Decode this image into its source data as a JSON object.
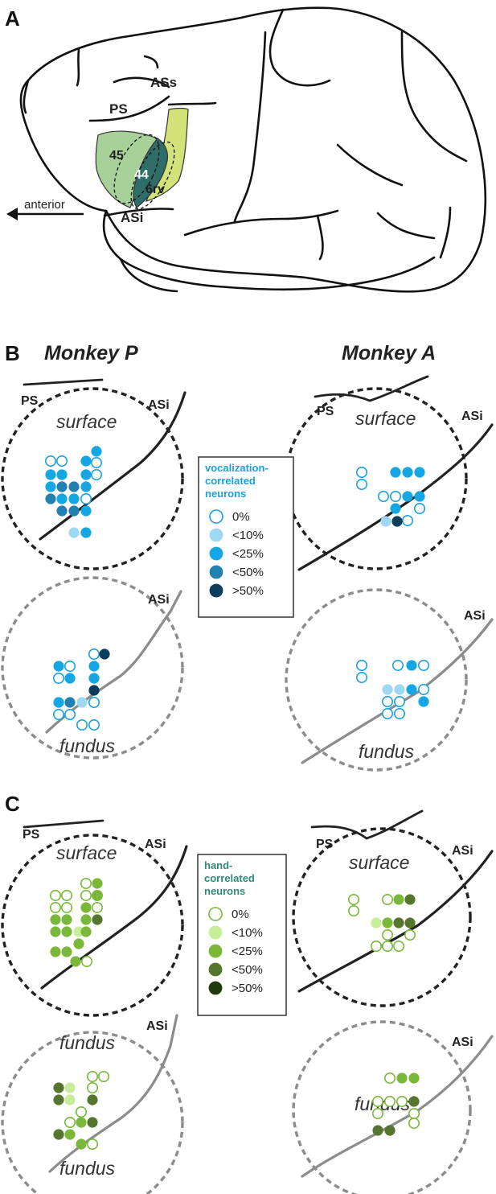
{
  "panel_labels": {
    "a": "A",
    "b": "B",
    "c": "C"
  },
  "brain": {
    "labels": {
      "ass": "ASs",
      "ps": "PS",
      "area45": "45",
      "area44": "44",
      "area6rv": "6rv",
      "asi": "ASi",
      "anterior": "anterior"
    },
    "colors": {
      "area45": "#a8d19a",
      "area44": "#2f6e68",
      "area6rv": "#d4e27a"
    }
  },
  "monkeys": {
    "p": "Monkey P",
    "a": "Monkey A"
  },
  "map_labels": {
    "surface": "surface",
    "fundus": "fundus",
    "ps": "PS",
    "asi": "ASi"
  },
  "legends": {
    "vocalization": {
      "title_lines": [
        "vocalization-",
        "correlated",
        "neurons"
      ],
      "title_color": "#1ba1dc",
      "items": [
        {
          "label": "0%",
          "fill": "none",
          "stroke": "#1ba1dc"
        },
        {
          "label": "<10%",
          "fill": "#9fd8f2",
          "stroke": "#9fd8f2"
        },
        {
          "label": "<25%",
          "fill": "#15a6e4",
          "stroke": "#15a6e4"
        },
        {
          "label": "<50%",
          "fill": "#2281b0",
          "stroke": "#2281b0"
        },
        {
          "label": ">50%",
          "fill": "#0c3d5c",
          "stroke": "#0c3d5c"
        }
      ]
    },
    "hand": {
      "title_lines": [
        "hand-",
        "correlated",
        "neurons"
      ],
      "title_color": "#2e8b7a",
      "items": [
        {
          "label": "0%",
          "fill": "none",
          "stroke": "#7ab83a"
        },
        {
          "label": "<10%",
          "fill": "#c9ee99",
          "stroke": "#c9ee99"
        },
        {
          "label": "<25%",
          "fill": "#7ab83a",
          "stroke": "#7ab83a"
        },
        {
          "label": "<50%",
          "fill": "#56762f",
          "stroke": "#56762f"
        },
        {
          "label": ">50%",
          "fill": "#1f3b0c",
          "stroke": "#1f3b0c"
        }
      ]
    }
  },
  "colors": {
    "surface_circle": "#222222",
    "fundus_circle": "#8c8c8c",
    "sulcus": "#222222",
    "sulcus_fundus": "#8c8c8c"
  }
}
